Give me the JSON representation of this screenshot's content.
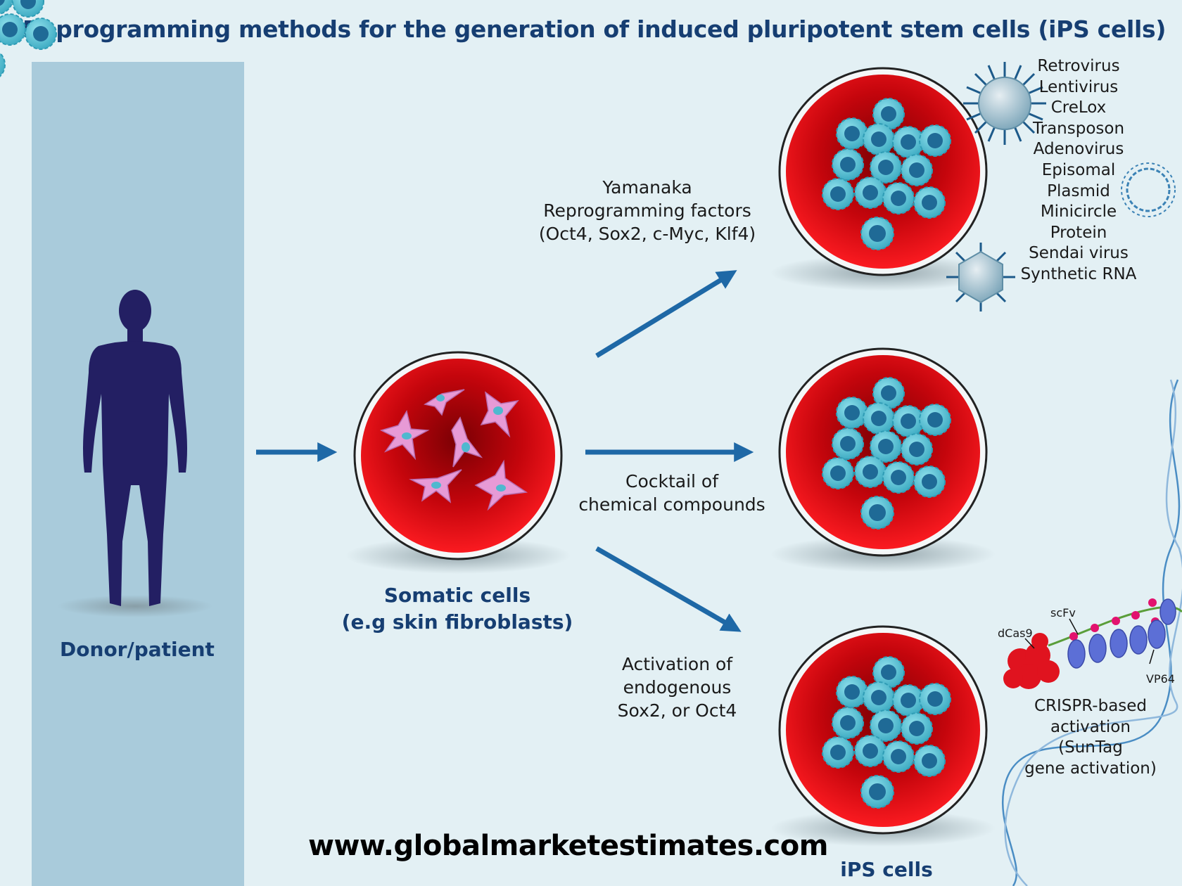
{
  "title": "Reprogramming methods for the generation of induced pluripotent stem cells (iPS cells)",
  "donor_label": "Donor/patient",
  "somatic_label": {
    "line1": "Somatic cells",
    "line2": "(e.g skin fibroblasts)"
  },
  "branches": {
    "yamanaka": {
      "line1": "Yamanaka",
      "line2": "Reprogramming factors",
      "line3": "(Oct4, Sox2, c-Myc, Klf4)"
    },
    "chemical": {
      "line1": "Cocktail of",
      "line2": "chemical compounds"
    },
    "endogenous": {
      "line1": "Activation of",
      "line2": "endogenous",
      "line3": "Sox2, or Oct4"
    }
  },
  "delivery_methods": [
    "Retrovirus",
    "Lentivirus",
    "CreLox",
    "Transposon",
    "Adenovirus",
    "Episomal",
    "Plasmid",
    "Minicircle",
    "Protein",
    "Sendai virus",
    "Synthetic RNA"
  ],
  "crispr": {
    "dcas9": "dCas9",
    "scfv": "scFv",
    "vp64": "VP64",
    "line1": "CRISPR-based",
    "line2": "activation",
    "line3": "(SunTag",
    "line4": "gene activation)"
  },
  "ips_label": "iPS cells",
  "website": "www.globalmarketestimates.com",
  "colors": {
    "title": "#163e72",
    "background": "#e3f0f4",
    "donor_panel": "#a9cbdb",
    "silhouette": "#231f63",
    "arrow": "#1e68a6",
    "dish_red": "#e8101a",
    "ips_cell": "#5ec3d6",
    "ips_nucleus": "#1f6a96",
    "fibroblast": "#e79ad6"
  }
}
